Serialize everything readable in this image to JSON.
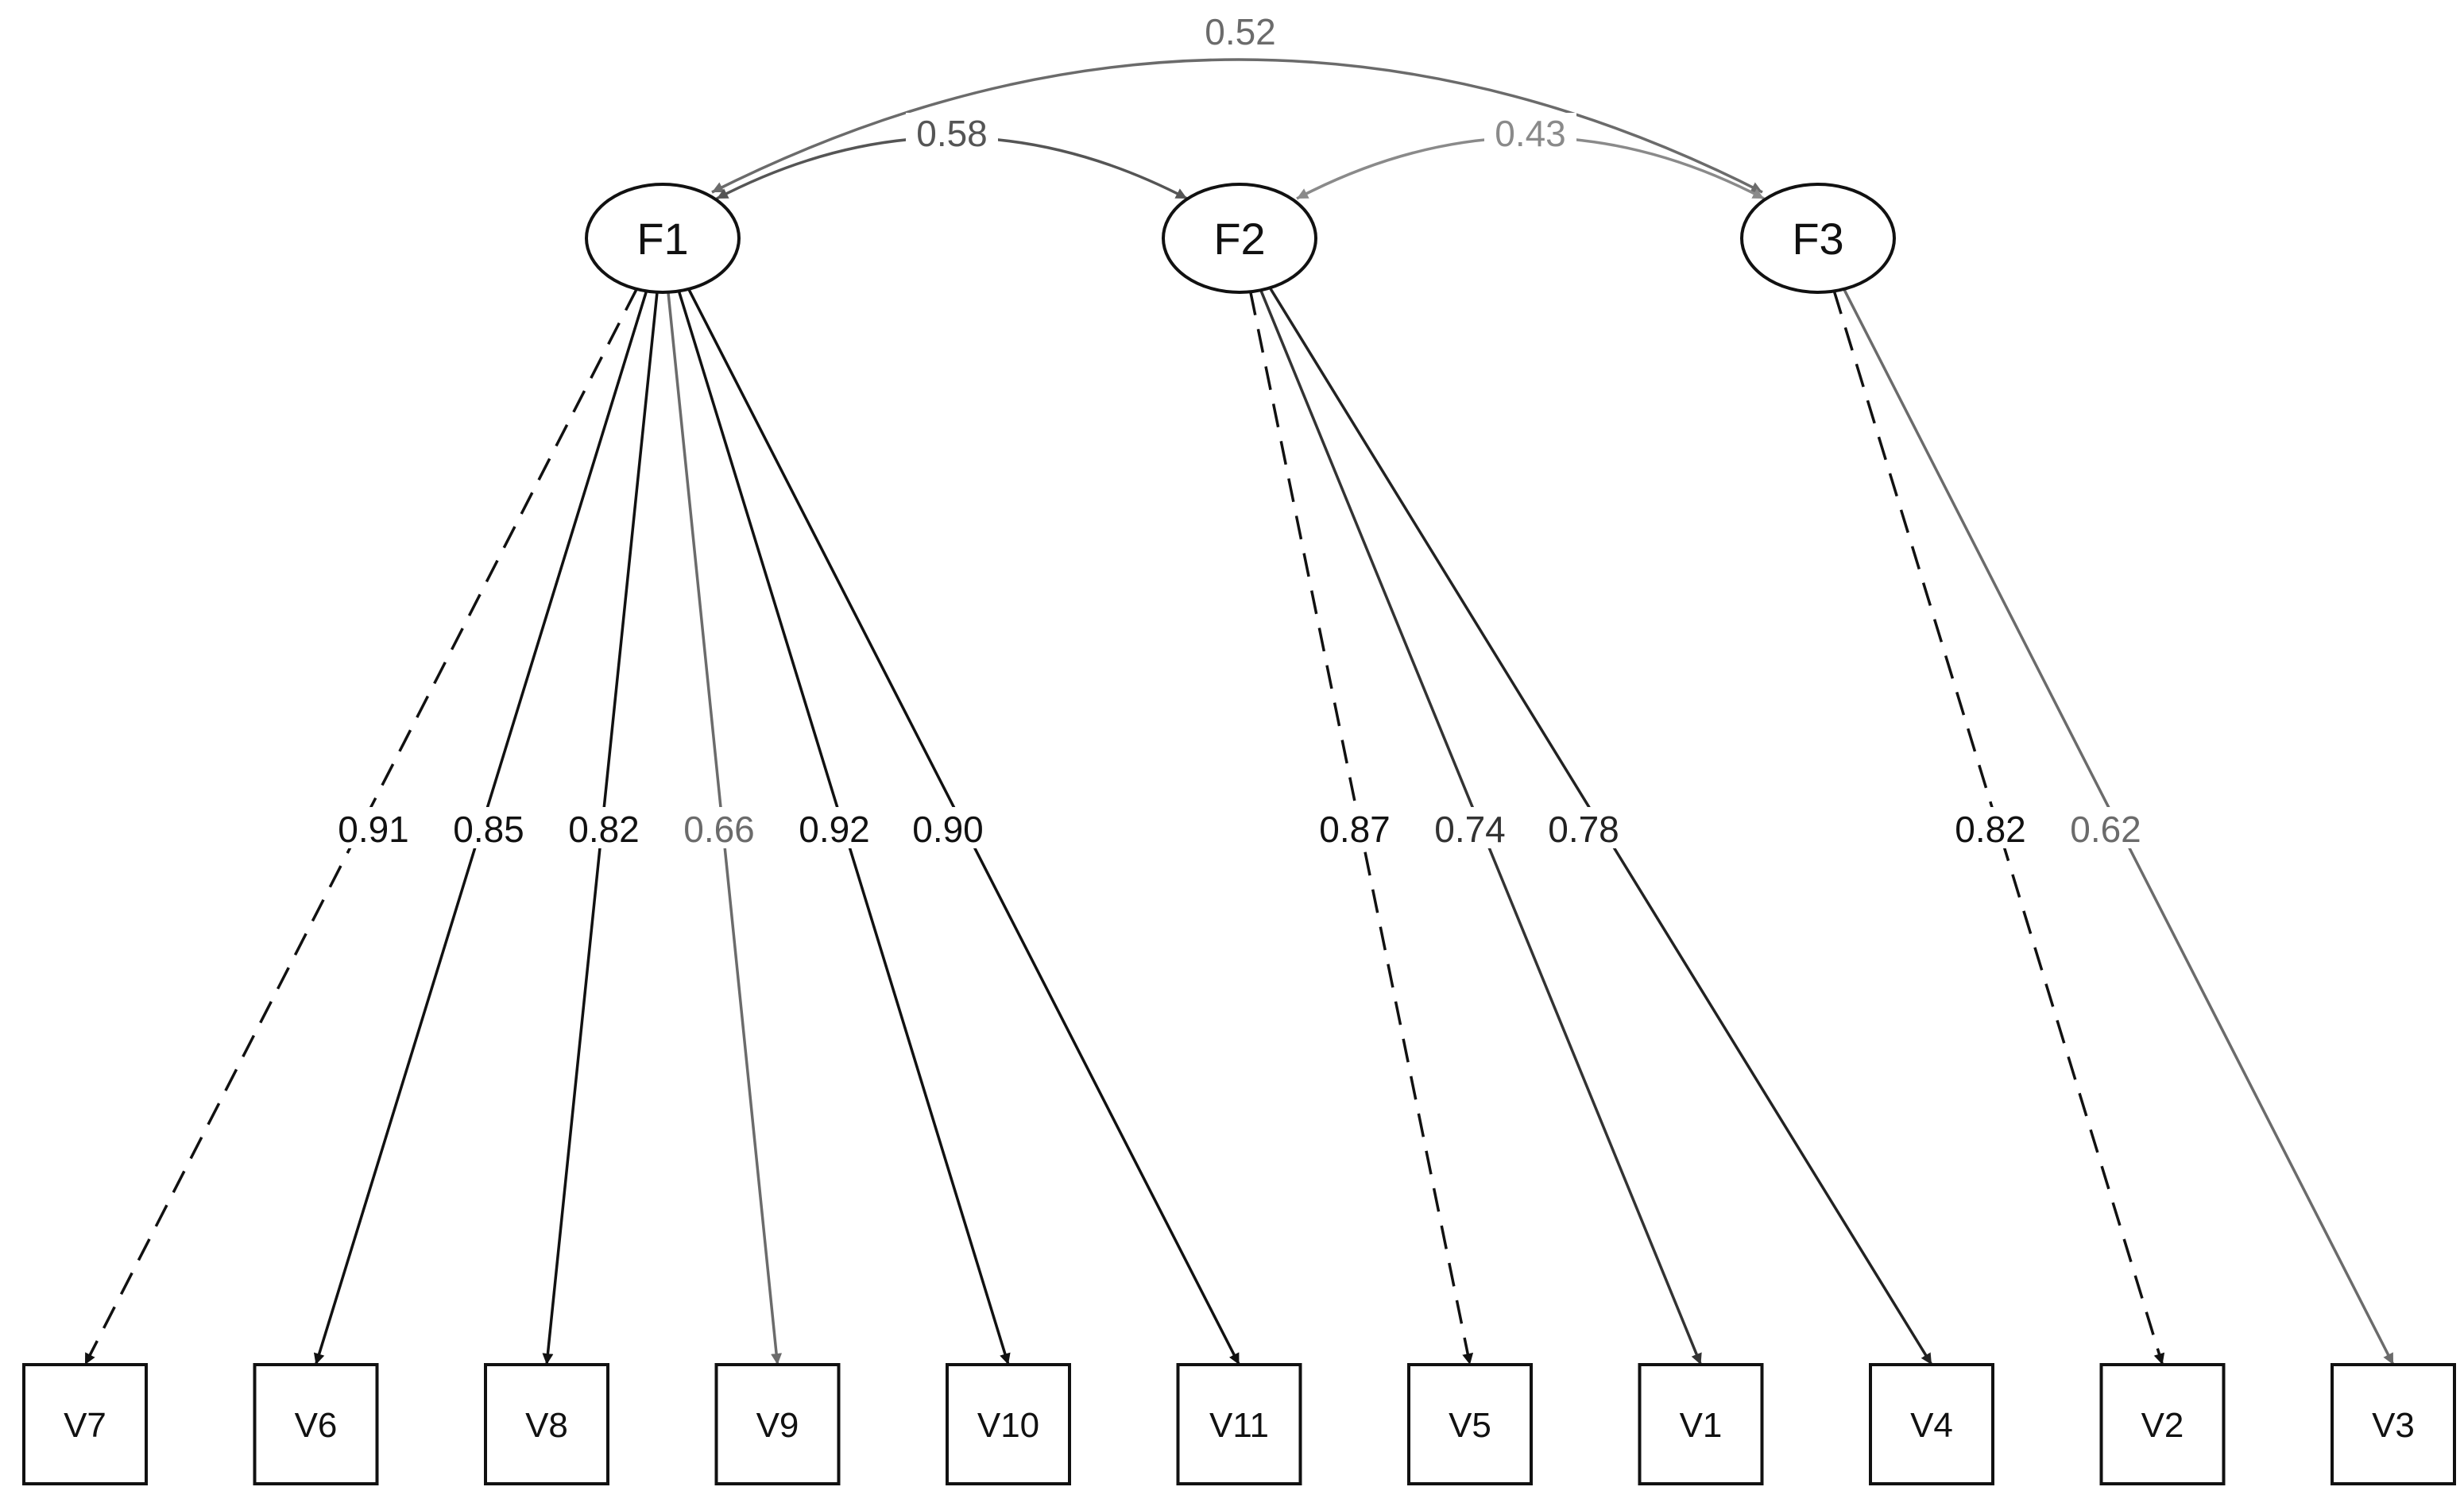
{
  "latent_factors": [
    {
      "id": "F1",
      "label": "F1"
    },
    {
      "id": "F2",
      "label": "F2"
    },
    {
      "id": "F3",
      "label": "F3"
    }
  ],
  "manifest_variables": [
    {
      "id": "V7",
      "label": "V7"
    },
    {
      "id": "V6",
      "label": "V6"
    },
    {
      "id": "V8",
      "label": "V8"
    },
    {
      "id": "V9",
      "label": "V9"
    },
    {
      "id": "V10",
      "label": "V10"
    },
    {
      "id": "V11",
      "label": "V11"
    },
    {
      "id": "V5",
      "label": "V5"
    },
    {
      "id": "V1",
      "label": "V1"
    },
    {
      "id": "V4",
      "label": "V4"
    },
    {
      "id": "V2",
      "label": "V2"
    },
    {
      "id": "V3",
      "label": "V3"
    }
  ],
  "loadings": [
    {
      "from": "F1",
      "to": "V7",
      "label": "0.91",
      "fixed": true,
      "color": "#111111"
    },
    {
      "from": "F1",
      "to": "V6",
      "label": "0.85",
      "fixed": false,
      "color": "#111111"
    },
    {
      "from": "F1",
      "to": "V8",
      "label": "0.82",
      "fixed": false,
      "color": "#111111"
    },
    {
      "from": "F1",
      "to": "V9",
      "label": "0.66",
      "fixed": false,
      "color": "#6b6b6b"
    },
    {
      "from": "F1",
      "to": "V10",
      "label": "0.92",
      "fixed": false,
      "color": "#111111"
    },
    {
      "from": "F1",
      "to": "V11",
      "label": "0.90",
      "fixed": false,
      "color": "#111111"
    },
    {
      "from": "F2",
      "to": "V5",
      "label": "0.87",
      "fixed": true,
      "color": "#111111"
    },
    {
      "from": "F2",
      "to": "V1",
      "label": "0.74",
      "fixed": false,
      "color": "#333333"
    },
    {
      "from": "F2",
      "to": "V4",
      "label": "0.78",
      "fixed": false,
      "color": "#222222"
    },
    {
      "from": "F3",
      "to": "V2",
      "label": "0.82",
      "fixed": true,
      "color": "#111111"
    },
    {
      "from": "F3",
      "to": "V3",
      "label": "0.62",
      "fixed": false,
      "color": "#6b6b6b"
    }
  ],
  "correlations": [
    {
      "a": "F1",
      "b": "F3",
      "label": "0.52",
      "color": "#6b6b6b"
    },
    {
      "a": "F1",
      "b": "F2",
      "label": "0.58",
      "color": "#555555"
    },
    {
      "a": "F2",
      "b": "F3",
      "label": "0.43",
      "color": "#8a8a8a"
    }
  ]
}
